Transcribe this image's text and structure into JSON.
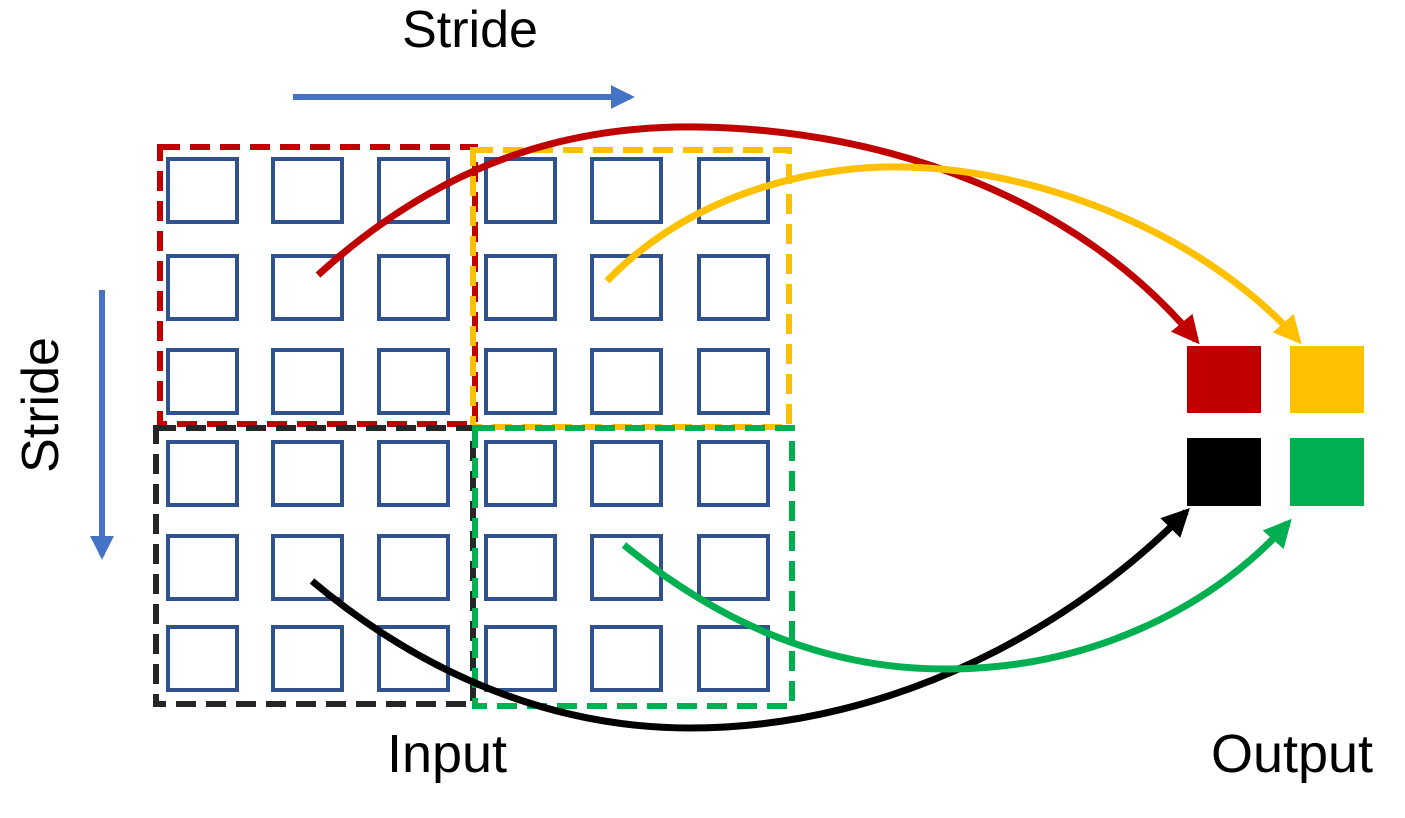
{
  "labels": {
    "stride_horizontal": "Stride",
    "stride_vertical": "Stride",
    "input": "Input",
    "output": "Output"
  },
  "colors": {
    "cell_border": "#2F528F",
    "stride_arrow": "#4472C4",
    "red": "#C00000",
    "yellow": "#FFC000",
    "black": "#000000",
    "green": "#00B050",
    "window_black": "#262626"
  },
  "input_grid": {
    "rows": 6,
    "cols": 6
  },
  "windows": [
    {
      "id": "top-left",
      "color": "red"
    },
    {
      "id": "top-right",
      "color": "yellow"
    },
    {
      "id": "bottom-left",
      "color": "black"
    },
    {
      "id": "bottom-right",
      "color": "green"
    }
  ],
  "output_cells": [
    "red",
    "yellow",
    "black",
    "green"
  ]
}
